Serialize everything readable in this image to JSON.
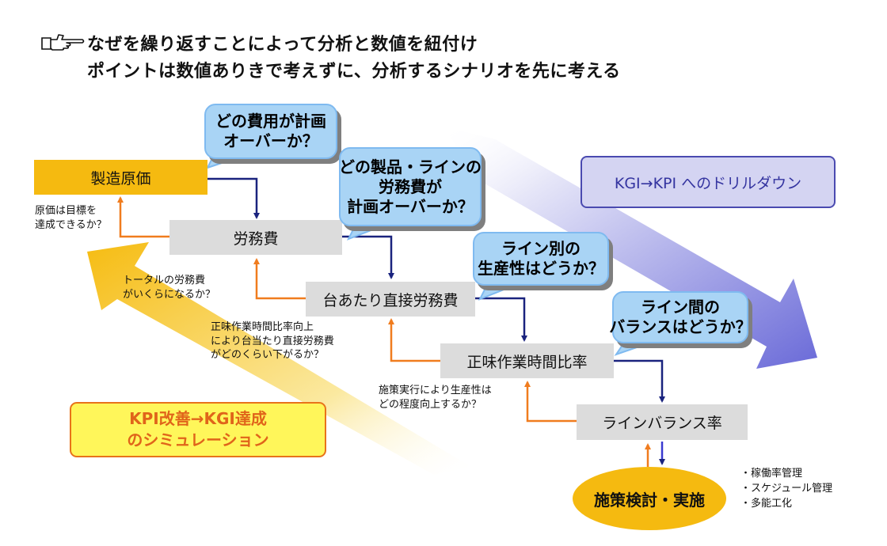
{
  "header": {
    "line1": "なぜを繰り返すことによって分析と数値を紐付け",
    "line2": "ポイントは数値ありきで考えずに、分析するシナリオを先に考える"
  },
  "boxes": {
    "seizo_genka": "製造原価",
    "roumuhi": "労務費",
    "daiatari": "台あたり直接労務費",
    "shoumi": "正味作業時間比率",
    "line_balance": "ラインバランス率",
    "shisaku": "施策検討・実施"
  },
  "bubbles": {
    "b1": [
      "どの費用が計画",
      "オーバーか？"
    ],
    "b2": [
      "どの製品・ラインの",
      "労務費が",
      "計画オーバーか？"
    ],
    "b3": [
      "ライン別の",
      "生産性はどうか？"
    ],
    "b4": [
      "ライン間の",
      "バランスはどうか？"
    ]
  },
  "notes": {
    "n1": [
      "原価は目標を",
      "達成できるか？"
    ],
    "n2": [
      "トータルの労務費",
      "がいくらになるか？"
    ],
    "n3": [
      "正味作業時間比率向上",
      "により台当たり直接労務費",
      "がどのくらい下がるか？"
    ],
    "n4": [
      "施策実行により生産性は",
      "どの程度向上するか？"
    ]
  },
  "kgi_label": "KGI→KPI へのドリルダウン",
  "kpi_label": [
    "KPI改善→KGI達成",
    "のシミュレーション"
  ],
  "measures": [
    "・稼働率管理",
    "・スケジュール管理",
    "・多能工化"
  ],
  "colors": {
    "down_arrow": "#1a237e",
    "up_arrow": "#f07c1e",
    "gray_box": "#dcdcdc",
    "orange_box": "#f5ba10",
    "bubble": "#a9d4f5",
    "kgi_box": "#d4d4f2",
    "kpi_box": "#fff65a"
  }
}
